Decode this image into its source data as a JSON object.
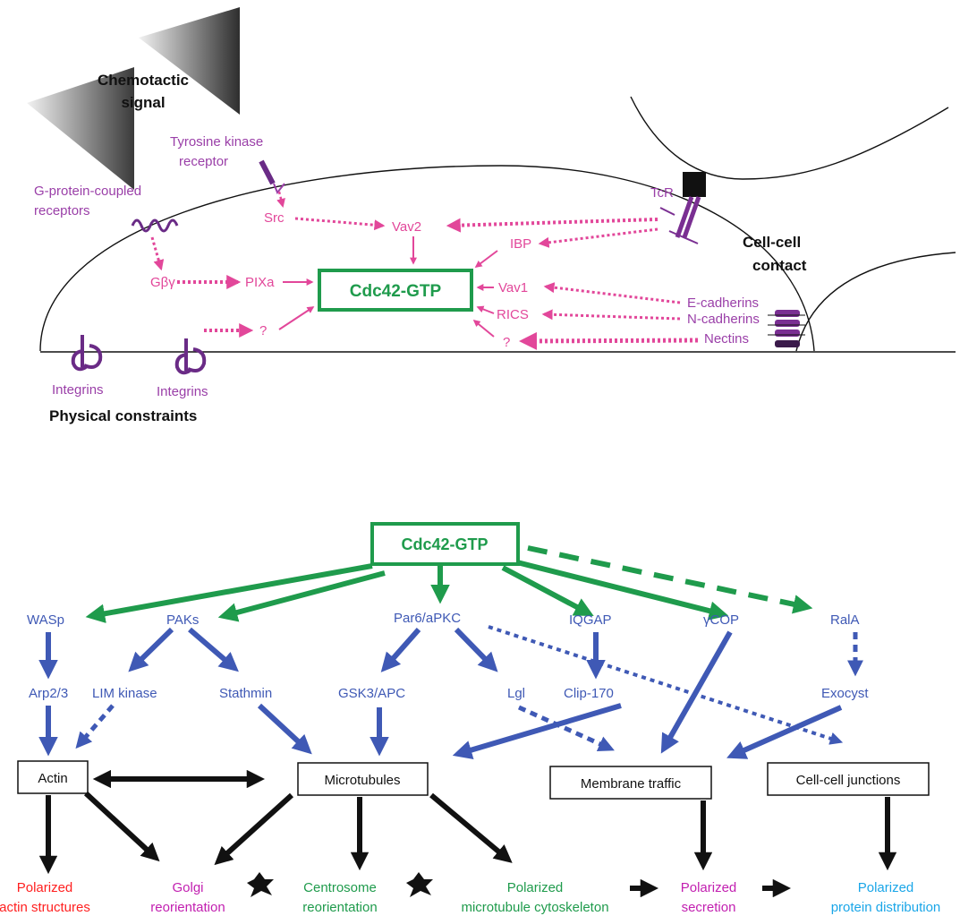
{
  "top": {
    "chemotactic_line1": "Chemotactic",
    "chemotactic_line2": "signal",
    "tyrosine_line1": "Tyrosine kinase",
    "tyrosine_line2": "receptor",
    "gpcr_line1": "G-protein-coupled",
    "gpcr_line2": "receptors",
    "src": "Src",
    "vav2": "Vav2",
    "gby": "Gβγ",
    "pixa": "PIXa",
    "cdc42": "Cdc42-GTP",
    "q1": "?",
    "q2": "?",
    "ibp": "IBP",
    "vav1": "Vav1",
    "rics": "RICS",
    "tcr": "TcR",
    "ecad": "E-cadherins",
    "ncad": "N-cadherins",
    "nectins": "Nectins",
    "cellcell_line1": "Cell-cell",
    "cellcell_line2": "contact",
    "integrins1": "Integrins",
    "integrins2": "Integrins",
    "physical": "Physical constraints"
  },
  "bottom": {
    "cdc42": "Cdc42-GTP",
    "wasp": "WASp",
    "paks": "PAKs",
    "par6": "Par6/aPKC",
    "iqgap": "IQGAP",
    "gcop": "γCOP",
    "rala": "RalA",
    "arp": "Arp2/3",
    "limk": "LIM kinase",
    "stathmin": "Stathmin",
    "gsk": "GSK3/APC",
    "lgl": "Lgl",
    "clip": "Clip-170",
    "exocyst": "Exocyst",
    "actin": "Actin",
    "microtubules": "Microtubules",
    "membrane": "Membrane traffic",
    "junctions": "Cell-cell junctions",
    "out_actin_1": "Polarized",
    "out_actin_2": "actin structures",
    "out_golgi_1": "Golgi",
    "out_golgi_2": "reorientation",
    "out_centro_1": "Centrosome",
    "out_centro_2": "reorientation",
    "out_mt_1": "Polarized",
    "out_mt_2": "microtubule cytoskeleton",
    "out_secr_1": "Polarized",
    "out_secr_2": "secretion",
    "out_prot_1": "Polarized",
    "out_prot_2": "protein distribution"
  },
  "colors": {
    "purple": "#9a3fa8",
    "pink": "#e2479a",
    "green": "#1f9b4c",
    "blue": "#3f59b5",
    "black": "#111111",
    "red": "#ff2020",
    "magenta": "#c21fb0",
    "cyan": "#1aa6e8"
  }
}
